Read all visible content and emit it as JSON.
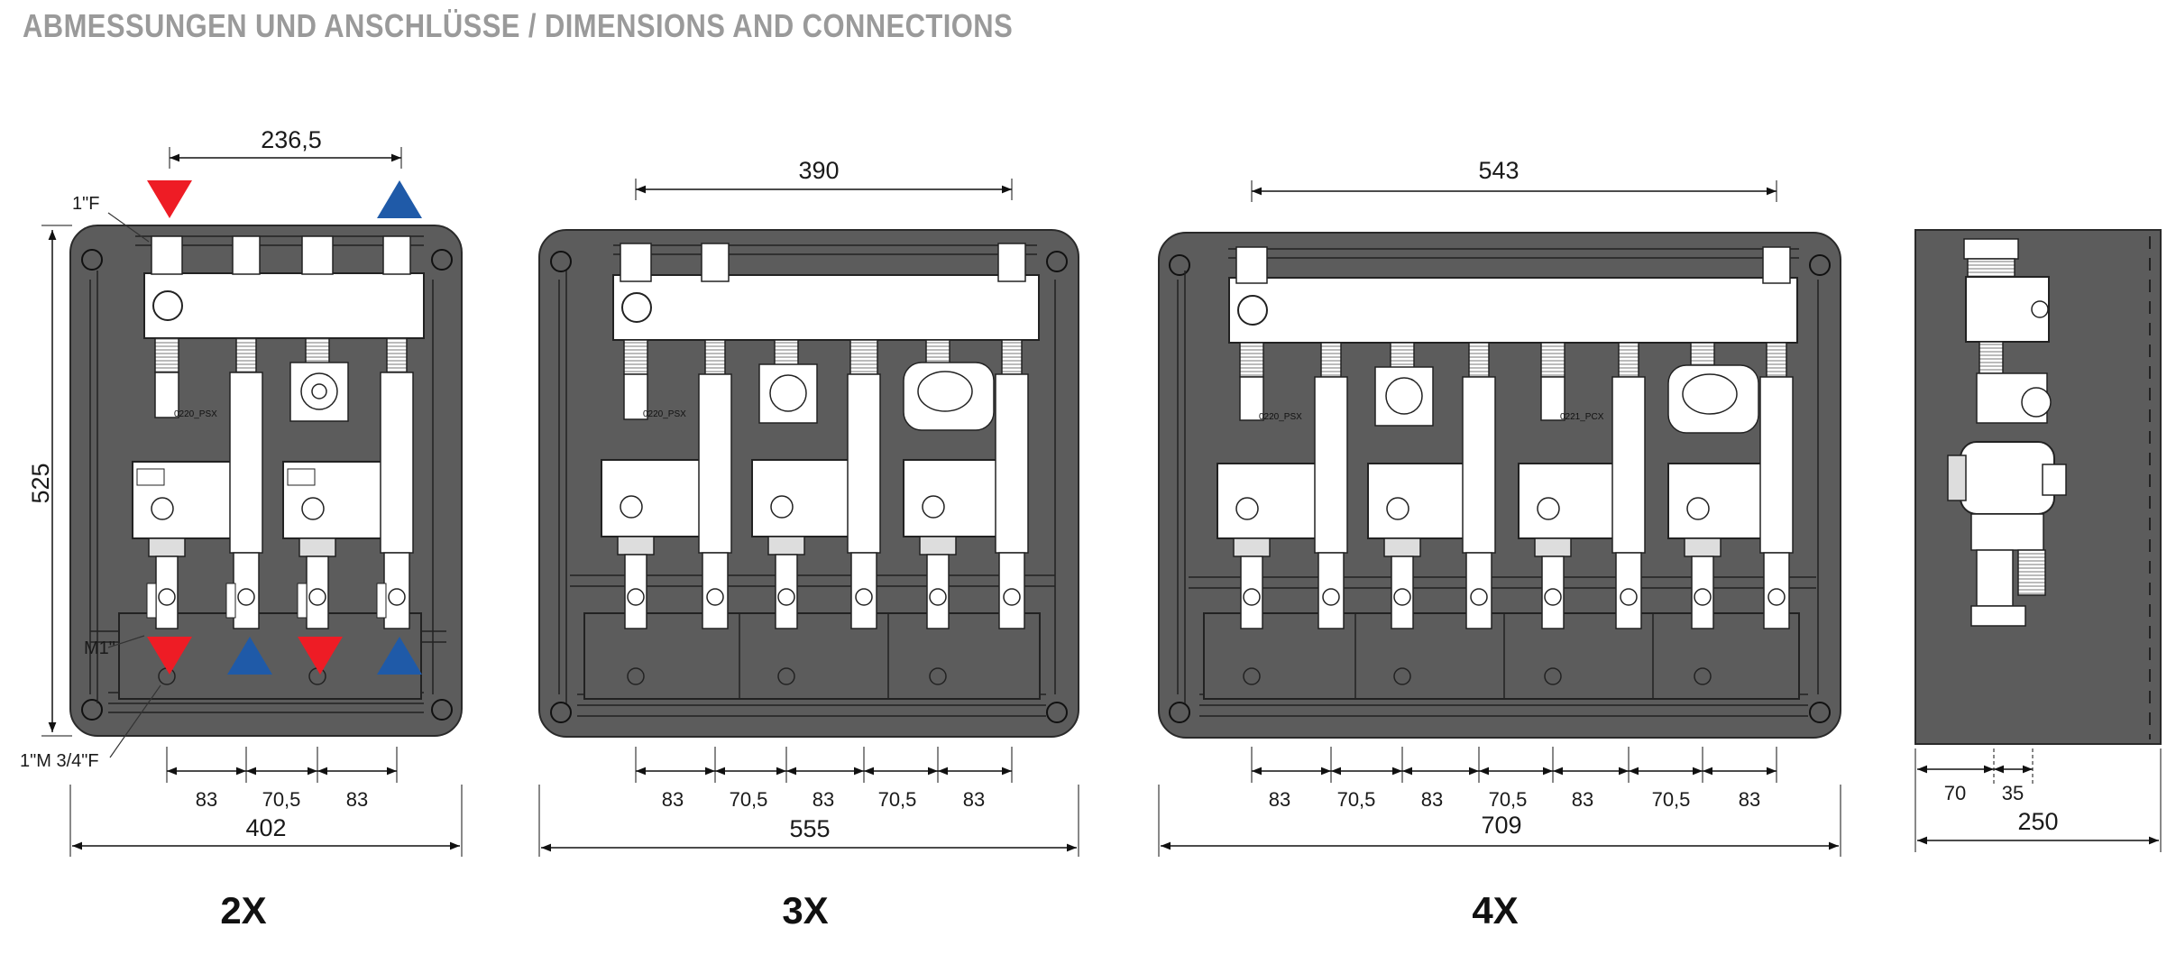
{
  "header": {
    "title": "ABMESSUNGEN UND ANSCHLÜSSE / DIMENSIONS AND CONNECTIONS"
  },
  "units": {
    "u2x": {
      "label": "2X",
      "top_dim": "236,5",
      "height_dim": "525",
      "width_dim": "402",
      "bottom_dims": [
        "83",
        "70,5",
        "83"
      ],
      "conn_top": "1\"F",
      "conn_bottom": "M1\"",
      "conn_outlet": "1\"M 3/4\"F",
      "pump_labels": [
        "0220_PSX"
      ]
    },
    "u3x": {
      "label": "3X",
      "top_dim": "390",
      "width_dim": "555",
      "bottom_dims": [
        "83",
        "70,5",
        "83",
        "70,5",
        "83"
      ],
      "pump_labels": [
        "0220_PSX"
      ]
    },
    "u4x": {
      "label": "4X",
      "top_dim": "543",
      "width_dim": "709",
      "bottom_dims": [
        "83",
        "70,5",
        "83",
        "70,5",
        "83",
        "70,5",
        "83"
      ],
      "pump_labels": [
        "0220_PSX",
        "0221_PCX"
      ]
    },
    "side": {
      "dims": [
        "70",
        "35"
      ],
      "width_dim": "250"
    }
  },
  "colors": {
    "supply": "#ee1c25",
    "return": "#1f5aa8",
    "panel": "#5c5c5c",
    "title": "#9a9a9a"
  }
}
